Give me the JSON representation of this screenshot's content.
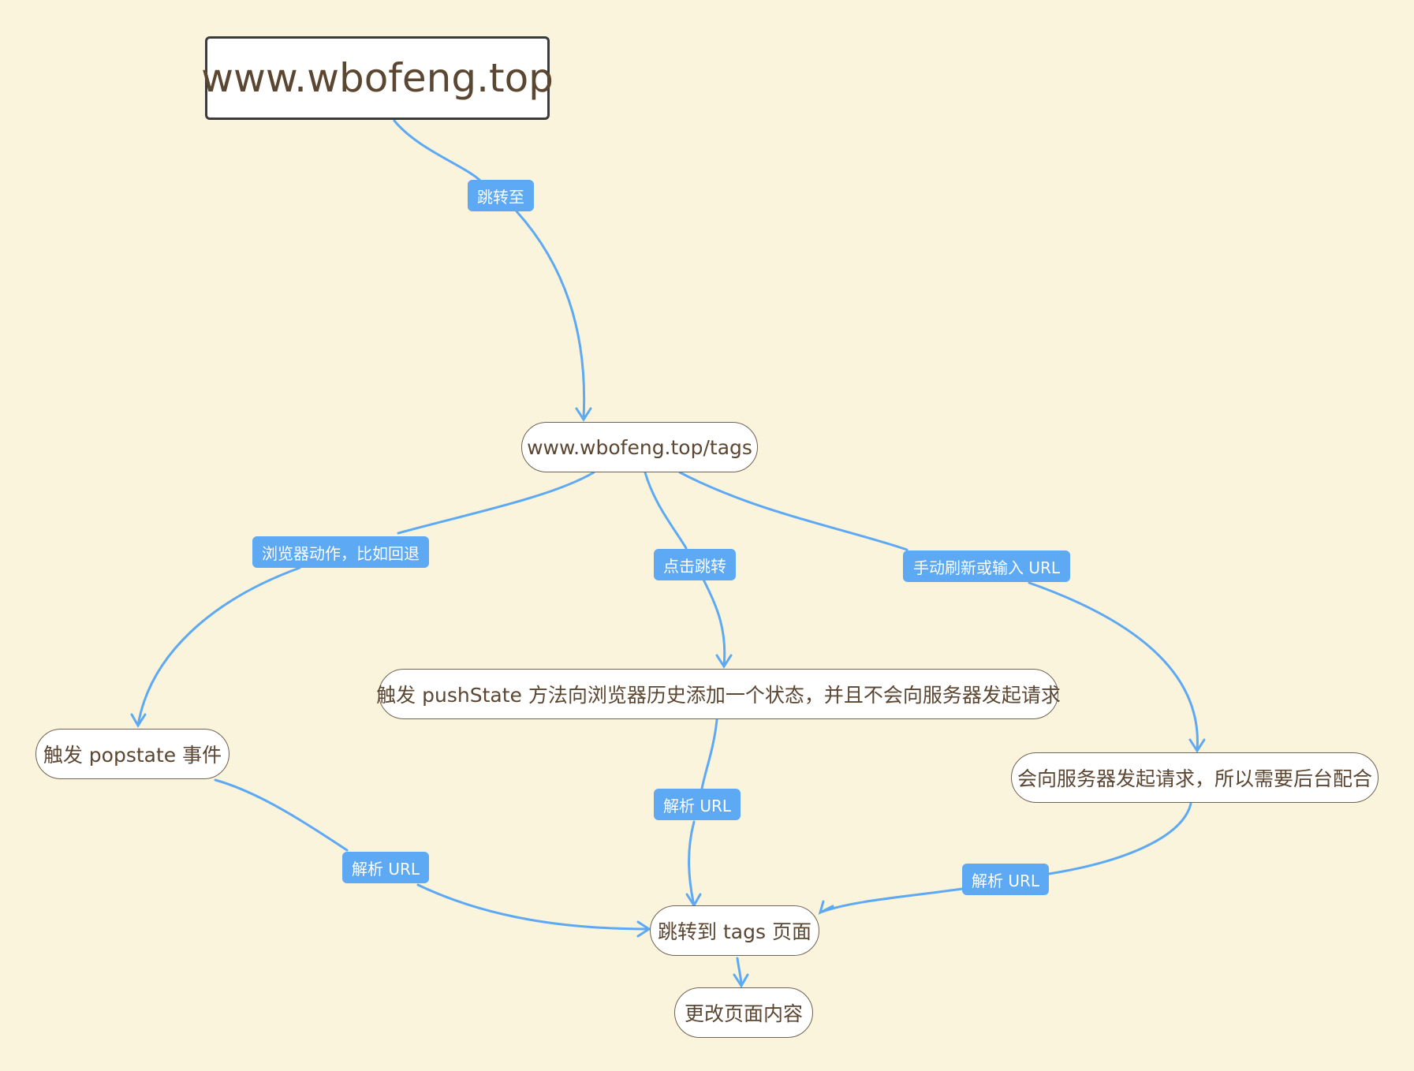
{
  "colors": {
    "background": "#fbf4dd",
    "edge": "#5ea9f3",
    "node_fill": "#ffffff",
    "node_text": "#5b4632",
    "label_fill": "#5ea9f3",
    "label_text": "#ffffff"
  },
  "nodes": {
    "root": "www.wbofeng.top",
    "tags": "www.wbofeng.top/tags",
    "popstate": "触发 popstate 事件",
    "pushstate": "触发 pushState 方法向浏览器历史添加一个状态，并且不会向服务器发起请求",
    "server": "会向服务器发起请求，所以需要后台配合",
    "goto_tags": "跳转到 tags 页面",
    "change_content": "更改页面内容"
  },
  "edge_labels": {
    "jump_to": "跳转至",
    "browser_action": "浏览器动作，比如回退",
    "click_jump": "点击跳转",
    "manual_refresh": "手动刷新或输入 URL",
    "parse_url_left": "解析 URL",
    "parse_url_middle": "解析 URL",
    "parse_url_right": "解析 URL"
  }
}
